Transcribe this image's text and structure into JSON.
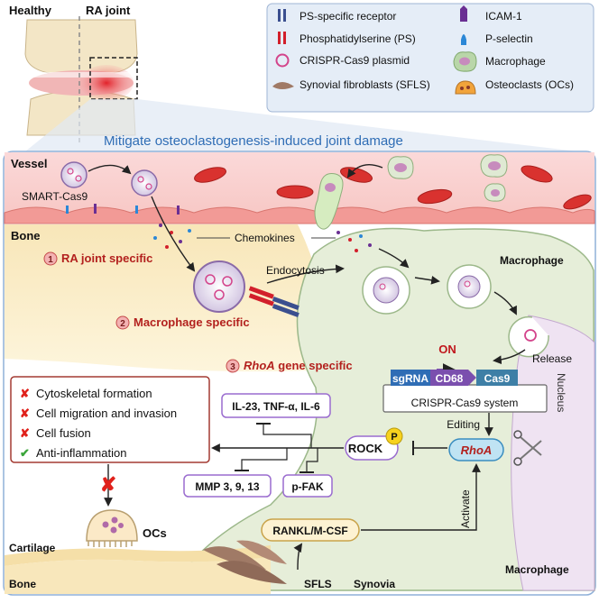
{
  "header": {
    "healthy_label": "Healthy",
    "ra_joint_label": "RA joint"
  },
  "legend": {
    "items": [
      {
        "icon": "ps-receptor-icon",
        "label": "PS-specific receptor"
      },
      {
        "icon": "phosphatidylserine-icon",
        "label": "Phosphatidylserine (PS)"
      },
      {
        "icon": "plasmid-icon",
        "label": "CRISPR-Cas9 plasmid"
      },
      {
        "icon": "synovial-fibroblast-icon",
        "label": "Synovial fibroblasts (SFLS)"
      },
      {
        "icon": "icam-1-icon",
        "label": "ICAM-1"
      },
      {
        "icon": "p-selectin-icon",
        "label": "P-selectin"
      },
      {
        "icon": "macrophage-icon",
        "label": "Macrophage"
      },
      {
        "icon": "osteoclast-icon",
        "label": "Osteoclasts (OCs)"
      }
    ]
  },
  "panel_title": "Mitigate osteoclastogenesis-induced joint damage",
  "regions": {
    "vessel": "Vessel",
    "bone_top": "Bone",
    "cartilage": "Cartilage",
    "bone_bottom": "Bone",
    "synovia": "Synovia",
    "nucleus": "Nucleus",
    "macrophage_top": "Macrophage",
    "macrophage_bottom": "Macrophage"
  },
  "labels": {
    "smart_cas9": "SMART-Cas9",
    "chemokines": "Chemokines",
    "endocytosis": "Endocytosis",
    "release": "Release",
    "on": "ON",
    "editing": "Editing",
    "activate": "Activate",
    "sfls": "SFLS",
    "ocs": "OCs"
  },
  "steps": [
    {
      "num": "1",
      "text": "RA joint specific"
    },
    {
      "num": "2",
      "text": "Macrophage specific"
    },
    {
      "num": "3",
      "italic": "RhoA",
      "text": " gene specific"
    }
  ],
  "crispr_system": {
    "sgrna": "sgRNA",
    "cd68": "CD68",
    "cas9": "Cas9",
    "caption": "CRISPR-Cas9 system"
  },
  "pathway": {
    "rhoa": "RhoA",
    "rock": "ROCK",
    "p_badge": "P",
    "cytokines": "IL-23, TNF-α, IL-6",
    "mmp": "MMP 3, 9, 13",
    "pfak": "p-FAK",
    "rankl": "RANKL/M-CSF"
  },
  "effects": [
    {
      "mark": "✘",
      "text": "Cytoskeletal formation",
      "color": "#e0211b"
    },
    {
      "mark": "✘",
      "text": "Cell migration and invasion",
      "color": "#e0211b"
    },
    {
      "mark": "✘",
      "text": "Cell fusion",
      "color": "#e0211b"
    },
    {
      "mark": "✔",
      "text": "Anti-inflammation",
      "color": "#3aa53a"
    }
  ],
  "colors": {
    "title_blue": "#2f6db5",
    "step_red": "#b3211e",
    "pill_purple": "#7b4fae",
    "cas9_teal": "#3e7fa6",
    "pathway_border": "#9a6ccf"
  }
}
